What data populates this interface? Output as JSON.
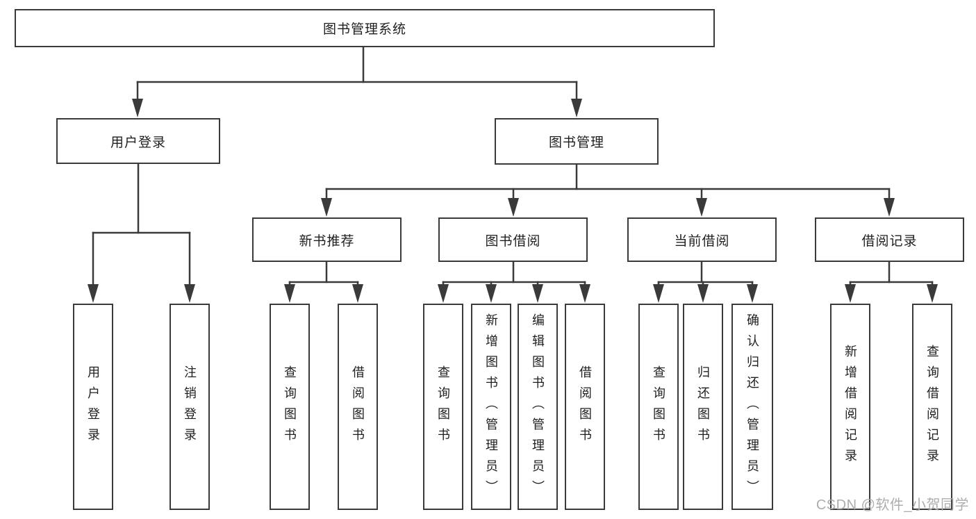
{
  "tree": {
    "root": {
      "label": "图书管理系统",
      "children": [
        {
          "label": "用户登录",
          "children": [
            {
              "label": "用户登录"
            },
            {
              "label": "注销登录"
            }
          ]
        },
        {
          "label": "图书管理",
          "children": [
            {
              "label": "新书推荐",
              "children": [
                {
                  "label": "查询图书"
                },
                {
                  "label": "借阅图书"
                }
              ]
            },
            {
              "label": "图书借阅",
              "children": [
                {
                  "label": "查询图书"
                },
                {
                  "label": "新增图书（管理员）"
                },
                {
                  "label": "编辑图书（管理员）"
                },
                {
                  "label": "借阅图书"
                }
              ]
            },
            {
              "label": "当前借阅",
              "children": [
                {
                  "label": "查询图书"
                },
                {
                  "label": "归还图书"
                },
                {
                  "label": "确认归还（管理员）"
                }
              ]
            },
            {
              "label": "借阅记录",
              "children": [
                {
                  "label": "新增借阅记录"
                },
                {
                  "label": "查询借阅记录"
                }
              ]
            }
          ]
        }
      ]
    }
  },
  "watermark": {
    "text": "CSDN @软件_小贺同学"
  },
  "colors": {
    "line": "#3a3a3a",
    "text": "#1f1f1f",
    "watermark": "#adadad",
    "background": "#ffffff"
  }
}
